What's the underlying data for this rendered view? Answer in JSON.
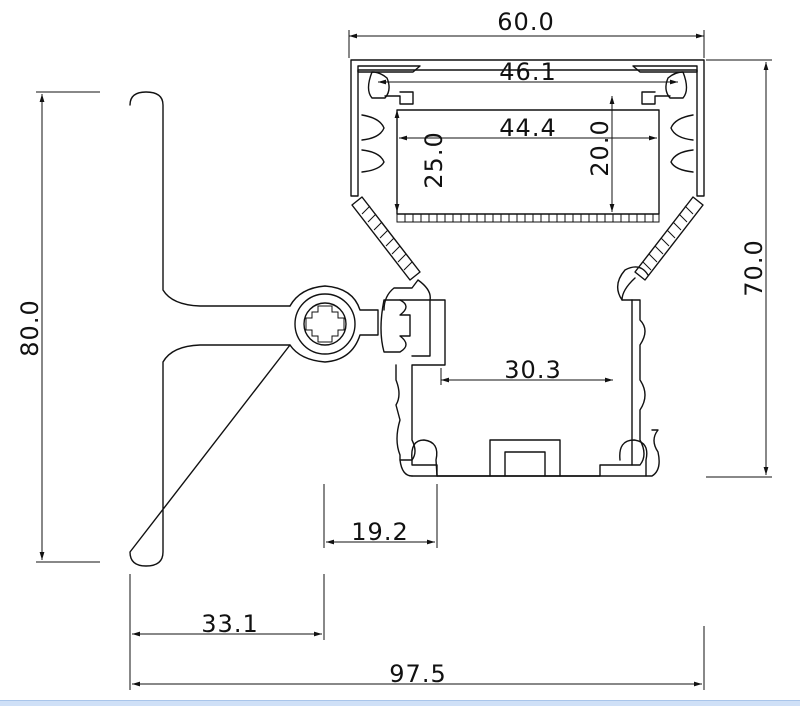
{
  "dimensions": {
    "top_width": "60.0",
    "slot_width": "46.1",
    "inner_width": "44.4",
    "left_height": "25.0",
    "right_height": "20.0",
    "channel_width": "30.3",
    "total_height": "70.0",
    "overall_height": "80.0",
    "offset": "19.2",
    "arm_length": "33.1",
    "overall_width": "97.5"
  }
}
